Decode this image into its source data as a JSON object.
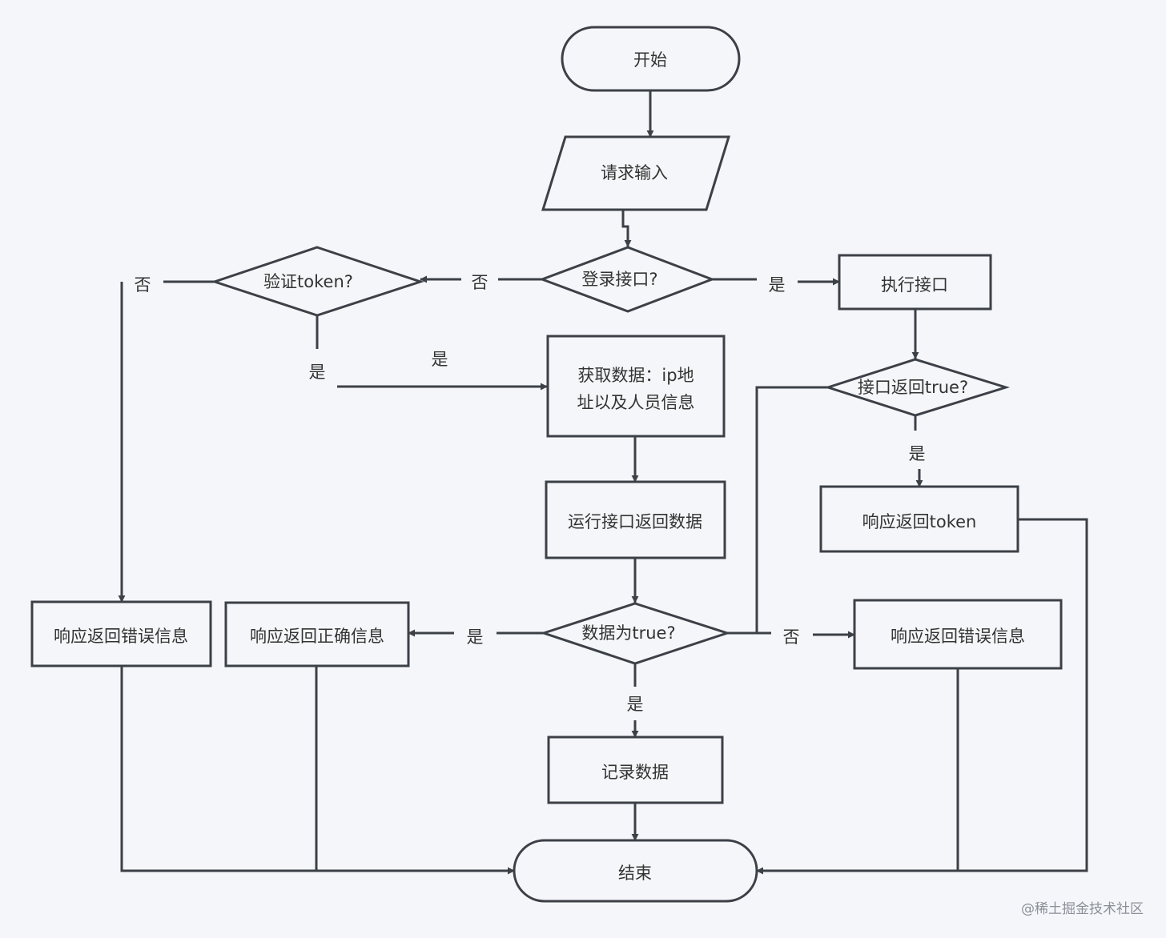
{
  "nodes": {
    "start": "开始",
    "input": "请求输入",
    "is_login": "登录接口?",
    "verify_token": "验证token?",
    "exec_api": "执行接口",
    "get_data_line1": "获取数据：ip地",
    "get_data_line2": "址以及人员信息",
    "api_true": "接口返回true?",
    "run_api": "运行接口返回数据",
    "return_token": "响应返回token",
    "err_left": "响应返回错误信息",
    "ok_info": "响应返回正确信息",
    "data_true": "数据为true?",
    "err_right": "响应返回错误信息",
    "record": "记录数据",
    "end": "结束"
  },
  "edges": {
    "login_no": "否",
    "verify_no": "否",
    "login_yes": "是",
    "verify_yes": "是",
    "verify_yes_mid": "是",
    "api_true_yes": "是",
    "data_true_yes_left": "是",
    "data_true_no": "否",
    "data_true_yes_down": "是"
  },
  "watermark": "@稀土掘金技术社区"
}
